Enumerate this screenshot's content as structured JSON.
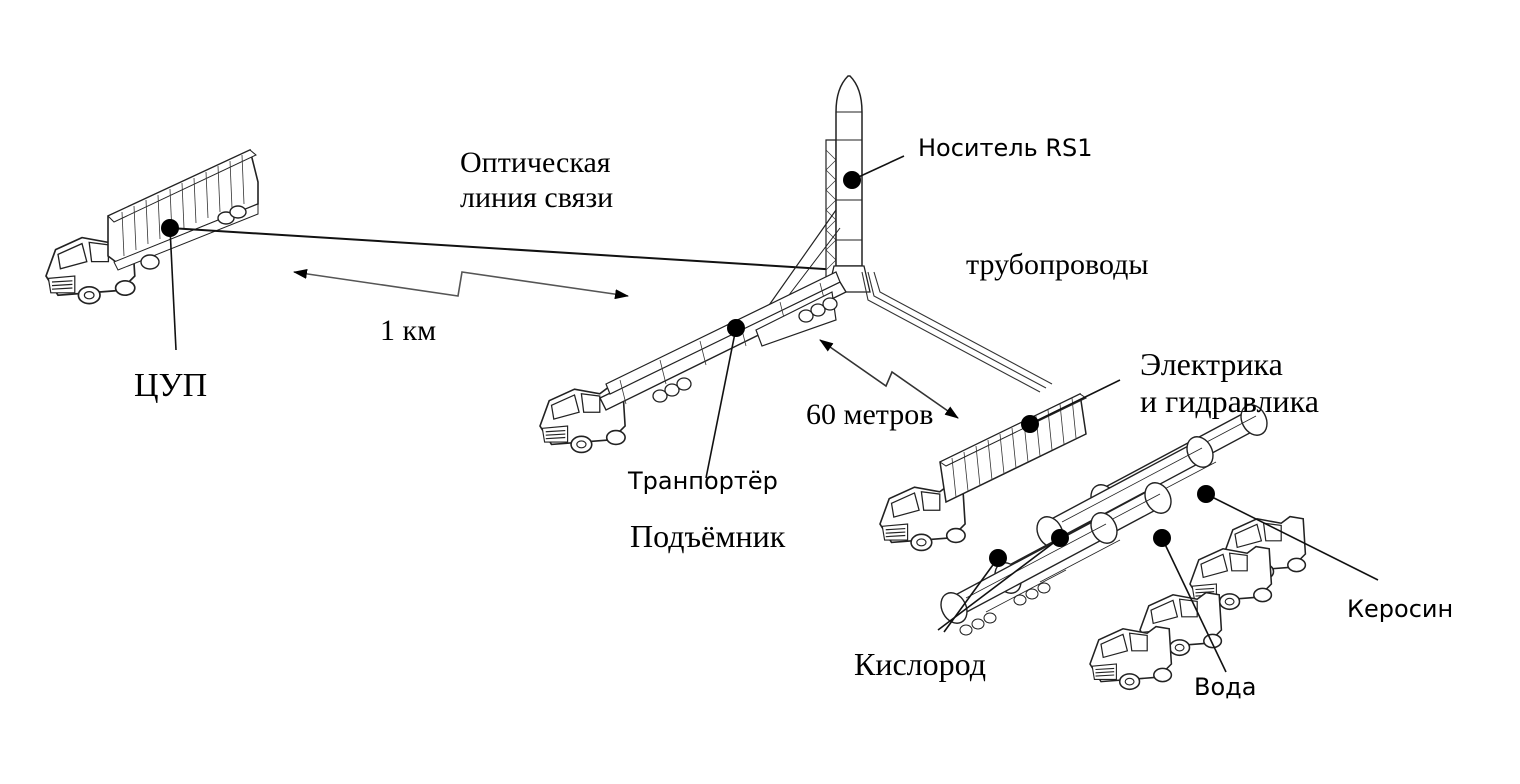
{
  "labels": {
    "optical_line": [
      "Оптическая",
      "линия связи"
    ],
    "distance_1km": "1 км",
    "cup": "ЦУП",
    "carrier": "Носитель RS1",
    "pipelines": "трубопроводы",
    "distance_60m": "60 метров",
    "transporter": "Транпортёр",
    "lifter": "Подъёмник",
    "electrics": [
      "Электрика",
      "и гидравлика"
    ],
    "kerosene": "Керосин",
    "oxygen": "Кислород",
    "water": "Вода"
  }
}
